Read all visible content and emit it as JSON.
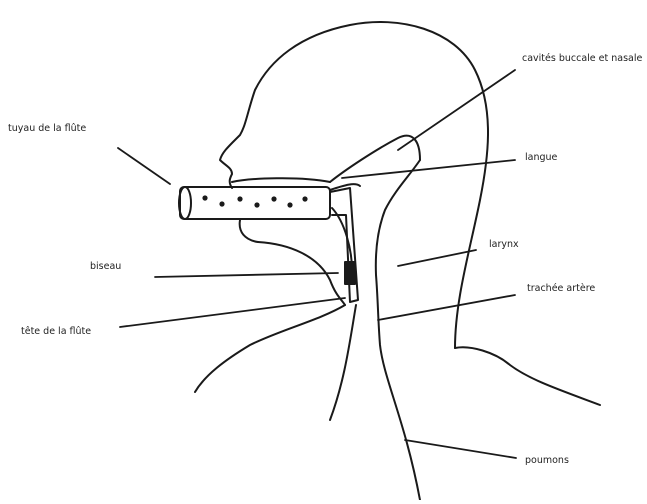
{
  "labels": {
    "tuyau": "tuyau de la flûte",
    "cavites": "cavités buccale et nasale",
    "langue": "langue",
    "biseau": "biseau",
    "larynx": "larynx",
    "trachee": "trachée artère",
    "tete": "tête de la flûte",
    "poumons": "poumons"
  }
}
